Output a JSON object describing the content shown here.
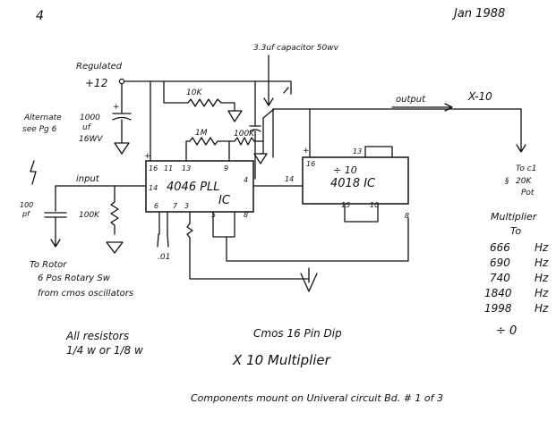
{
  "page": {
    "page_number": "4",
    "date": "Jan 1988",
    "title": "X 10 Multiplier",
    "footer": "Components mount on Univeral circuit Bd. # 1 of 3"
  },
  "labels": {
    "regulated": "Regulated",
    "supply": "+12",
    "capacitor_1000": [
      "1000",
      "uf",
      "16WV"
    ],
    "alternate": [
      "Alternate",
      "see Pg 6"
    ],
    "cap_33": "3.3uf capacitor 50wv",
    "output": "output",
    "x10_out": "X-10",
    "input": "input",
    "r_10k": "10K",
    "r_1m": "1M",
    "r_100k_top": "100K",
    "r_100k_input": "100K",
    "cap_100pf": [
      "100",
      "pf"
    ],
    "cap_01": ".01",
    "to_rotor": [
      "To Rotor",
      "6 Pos Rotary Sw",
      "from cmos oscillators"
    ],
    "to_pot": [
      "To c1",
      "20K",
      "Pot"
    ],
    "resistors_note": [
      "All resistors",
      "1/4 w or 1/8 w"
    ],
    "package_note": "Cmos 16 Pin Dip"
  },
  "ic_4046": {
    "line1": "4046 PLL",
    "line2": "IC",
    "pins": [
      "16",
      "11",
      "13",
      "9",
      "14",
      "4",
      "6",
      "7",
      "3",
      "5",
      "8"
    ]
  },
  "ic_4018": {
    "line1": "÷ 10",
    "line2": "4018 IC",
    "pins": [
      "13",
      "16",
      "14",
      "15",
      "10",
      "8",
      "+"
    ]
  },
  "multiplier_table": {
    "heading": [
      "Multiplier",
      "To"
    ],
    "rows": [
      {
        "freq": "666",
        "unit": "Hz"
      },
      {
        "freq": "690",
        "unit": "Hz"
      },
      {
        "freq": "740",
        "unit": "Hz"
      },
      {
        "freq": "1840",
        "unit": "Hz"
      },
      {
        "freq": "1998",
        "unit": "Hz"
      }
    ],
    "footer": "÷ 0"
  }
}
